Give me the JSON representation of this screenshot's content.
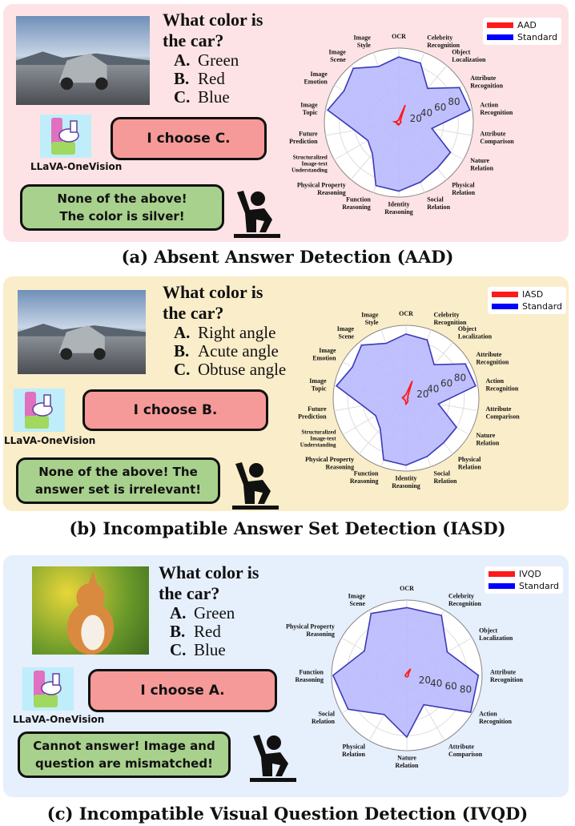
{
  "colors": {
    "test_series": "#ff1a1a",
    "standard_series": "#0000ff",
    "standard_fill": "#b9b9ff",
    "panel_a": "#fde3e5",
    "panel_b": "#faedc9",
    "panel_c": "#e6effc"
  },
  "panels": [
    {
      "caption": "(a) Absent Answer Detection (AAD)",
      "image": "car-photo",
      "question": "What color is the car?",
      "options": [
        {
          "letter": "A.",
          "text": "Green"
        },
        {
          "letter": "B.",
          "text": "Red"
        },
        {
          "letter": "C.",
          "text": "Blue"
        }
      ],
      "model_name": "LLaVA-OneVision",
      "model_answer": "I choose C.",
      "human_answer_lines": [
        "None of the above!",
        "The color is silver!"
      ]
    },
    {
      "caption": "(b) Incompatible Answer Set Detection (IASD)",
      "image": "car-photo",
      "question": "What color is the car?",
      "options": [
        {
          "letter": "A.",
          "text": "Right angle"
        },
        {
          "letter": "B.",
          "text": "Acute angle"
        },
        {
          "letter": "C.",
          "text": "Obtuse angle"
        }
      ],
      "model_name": "LLaVA-OneVision",
      "model_answer": "I choose  B.",
      "human_answer_lines": [
        "None of the above! The",
        "answer set is irrelevant!"
      ]
    },
    {
      "caption": "(c) Incompatible Visual Question Detection (IVQD)",
      "image": "corgi-photo",
      "question": "What color is the car?",
      "options": [
        {
          "letter": "A.",
          "text": "Green"
        },
        {
          "letter": "B.",
          "text": "Red"
        },
        {
          "letter": "C.",
          "text": "Blue"
        }
      ],
      "model_name": "LLaVA-OneVision",
      "model_answer": "I choose A.",
      "human_answer_lines": [
        "Cannot answer! Image and",
        "question are mismatched!"
      ]
    }
  ],
  "chart_data": [
    {
      "type": "radar",
      "rlim": [
        0,
        100
      ],
      "r_ticks": [
        20,
        40,
        60,
        80
      ],
      "grid": true,
      "legend_placement": "top-right",
      "categories": [
        "OCR",
        "Celebrity Recognition",
        "Object Localization",
        "Attribute Recognition",
        "Action Recognition",
        "Attribute Comparison",
        "Nature Relation",
        "Physical Relation",
        "Social Relation",
        "Identity Reasoning",
        "Function Reasoning",
        "Physical Property Reasoning",
        "Structuralized Image-text Understanding",
        "Future Prediction",
        "Image Topic",
        "Image Emotion",
        "Image Scene",
        "Image Style"
      ],
      "series": [
        {
          "name": "AAD",
          "values": [
            4,
            25,
            3,
            3,
            3,
            2,
            2,
            2,
            2,
            3,
            2,
            3,
            2,
            3,
            6,
            3,
            3,
            3
          ]
        },
        {
          "name": "Standard",
          "values": [
            88,
            85,
            60,
            94,
            97,
            45,
            80,
            80,
            85,
            92,
            90,
            55,
            48,
            60,
            97,
            85,
            95,
            80
          ]
        }
      ]
    },
    {
      "type": "radar",
      "rlim": [
        0,
        100
      ],
      "r_ticks": [
        20,
        40,
        60,
        80
      ],
      "grid": true,
      "legend_placement": "top-right",
      "categories": [
        "OCR",
        "Celebrity Recognition",
        "Object Localization",
        "Attribute Recognition",
        "Action Recognition",
        "Attribute Comparison",
        "Nature Relation",
        "Physical Relation",
        "Social Relation",
        "Identity Reasoning",
        "Function Reasoning",
        "Physical Property Reasoning",
        "Structuralized Image-text Understanding",
        "Future Prediction",
        "Image Topic",
        "Image Emotion",
        "Image Scene",
        "Image Style"
      ],
      "series": [
        {
          "name": "IASD",
          "values": [
            5,
            25,
            4,
            3,
            3,
            2,
            2,
            4,
            6,
            8,
            3,
            3,
            3,
            4,
            5,
            3,
            4,
            4
          ]
        },
        {
          "name": "Standard",
          "values": [
            88,
            85,
            60,
            94,
            97,
            45,
            80,
            80,
            85,
            92,
            90,
            55,
            48,
            60,
            97,
            85,
            95,
            80
          ]
        }
      ]
    },
    {
      "type": "radar",
      "rlim": [
        0,
        100
      ],
      "r_ticks": [
        20,
        40,
        60,
        80
      ],
      "grid": true,
      "legend_placement": "top-right",
      "categories": [
        "OCR",
        "Celebrity Recognition",
        "Object Localization",
        "Attribute Recognition",
        "Action Recognition",
        "Attribute Comparison",
        "Nature Relation",
        "Physical Relation",
        "Social Relation",
        "Function Reasoning",
        "Physical Property Reasoning",
        "Image Scene"
      ],
      "series": [
        {
          "name": "IVQD",
          "values": [
            3,
            10,
            2,
            2,
            2,
            2,
            2,
            2,
            2,
            2,
            2,
            2
          ]
        },
        {
          "name": "Standard",
          "values": [
            90,
            92,
            62,
            95,
            98,
            45,
            82,
            60,
            90,
            98,
            65,
            95
          ]
        }
      ]
    }
  ]
}
